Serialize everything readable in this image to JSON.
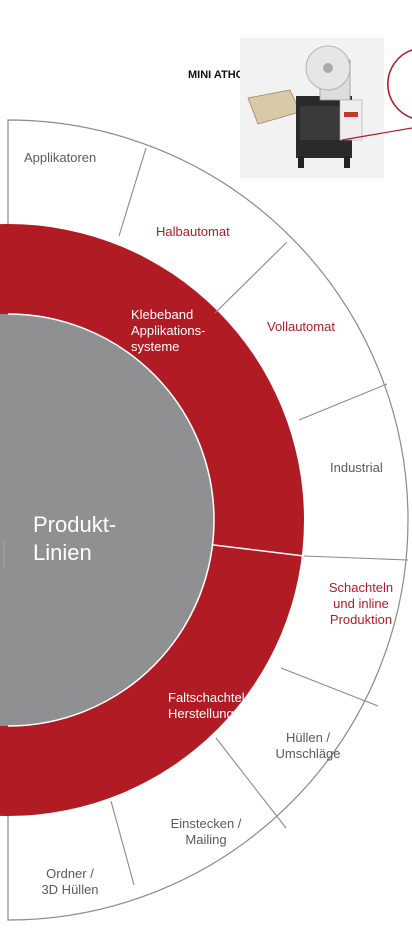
{
  "colors": {
    "accent_red": "#b11c24",
    "center_gray": "#8f9092",
    "outline_gray": "#8a8a8a",
    "text_gray": "#5a5a5a"
  },
  "product": {
    "name": "MINI ATHOS"
  },
  "center": {
    "line1": "Produkt-",
    "line2": "Linien"
  },
  "inner_ring": {
    "top": {
      "line1": "Klebeband",
      "line2": "Applikations-",
      "line3": "systeme"
    },
    "bottom": {
      "line1": "Faltschachtel",
      "line2": "Herstellung"
    }
  },
  "outer_segments": {
    "applikatoren": "Applikatoren",
    "halbautomat": "Halbautomat",
    "vollautomat": "Vollautomat",
    "industrial": "Industrial",
    "schachteln": {
      "line1": "Schachteln",
      "line2": "und inline",
      "line3": "Produktion"
    },
    "huellen": {
      "line1": "Hüllen /",
      "line2": "Umschläge"
    },
    "einstecken": {
      "line1": "Einstecken /",
      "line2": "Mailing"
    },
    "ordner": {
      "line1": "Ordner /",
      "line2": "3D Hüllen"
    }
  }
}
